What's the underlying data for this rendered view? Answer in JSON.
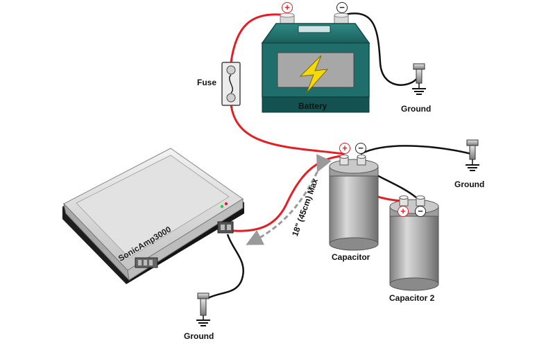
{
  "labels": {
    "fuse": "Fuse",
    "battery": "Battery",
    "ground_battery": "Ground",
    "ground_capacitor": "Ground",
    "ground_amp": "Ground",
    "capacitor1": "Capacitor",
    "capacitor2": "Capacitor 2",
    "amplifier": "SonicAmp3000",
    "max_length": "18\" (45cm) Max"
  },
  "terminals": {
    "positive": "+",
    "negative": "−"
  },
  "colors": {
    "positive_wire": "#e31e24",
    "ground_wire": "#111111",
    "battery_body": "#1f6e6b",
    "capacitor_body": "#a9a9a9",
    "amp_body": "#c8c8c8",
    "bolt": "#f5d90a",
    "dashed_arrow": "#9a9a9a"
  }
}
